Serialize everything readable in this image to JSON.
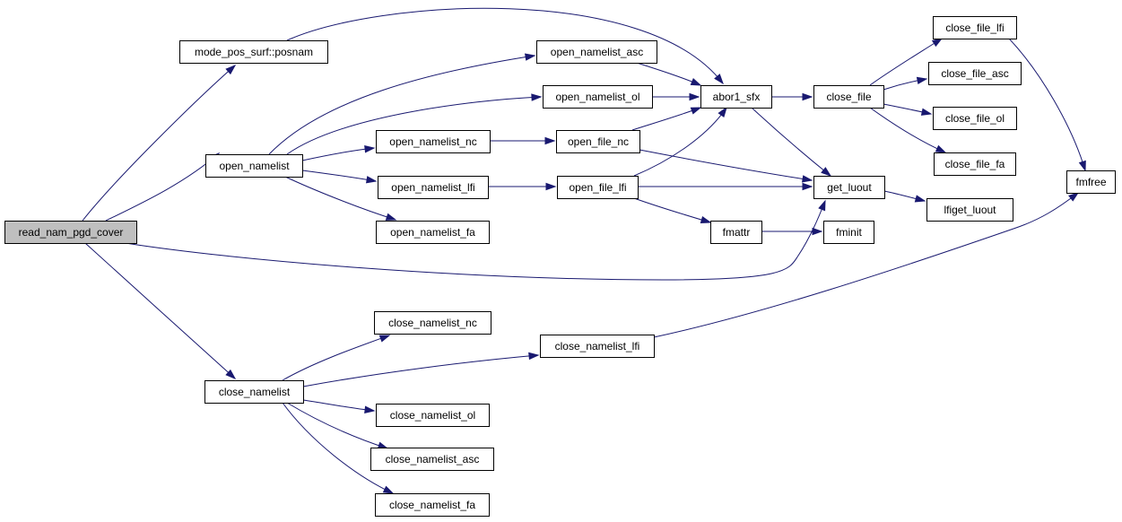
{
  "graph": {
    "style": {
      "edge_color": "#191970",
      "root_fill": "#bfbfbf",
      "node_fill": "#ffffff",
      "node_stroke": "#000000"
    },
    "nodes": [
      {
        "id": "read_nam_pgd_cover",
        "label": "read_nam_pgd_cover",
        "root": true
      },
      {
        "id": "mode_pos_surf_posnam",
        "label": "mode_pos_surf::posnam"
      },
      {
        "id": "open_namelist",
        "label": "open_namelist"
      },
      {
        "id": "close_namelist",
        "label": "close_namelist"
      },
      {
        "id": "open_namelist_asc",
        "label": "open_namelist_asc"
      },
      {
        "id": "open_namelist_ol",
        "label": "open_namelist_ol"
      },
      {
        "id": "open_namelist_nc",
        "label": "open_namelist_nc"
      },
      {
        "id": "open_namelist_lfi",
        "label": "open_namelist_lfi"
      },
      {
        "id": "open_namelist_fa",
        "label": "open_namelist_fa"
      },
      {
        "id": "open_file_nc",
        "label": "open_file_nc"
      },
      {
        "id": "open_file_lfi",
        "label": "open_file_lfi"
      },
      {
        "id": "abor1_sfx",
        "label": "abor1_sfx"
      },
      {
        "id": "fmattr",
        "label": "fmattr"
      },
      {
        "id": "close_file",
        "label": "close_file"
      },
      {
        "id": "get_luout",
        "label": "get_luout"
      },
      {
        "id": "fminit",
        "label": "fminit"
      },
      {
        "id": "close_file_lfi",
        "label": "close_file_lfi"
      },
      {
        "id": "close_file_asc",
        "label": "close_file_asc"
      },
      {
        "id": "close_file_ol",
        "label": "close_file_ol"
      },
      {
        "id": "close_file_fa",
        "label": "close_file_fa"
      },
      {
        "id": "lfiget_luout",
        "label": "lfiget_luout"
      },
      {
        "id": "fmfree",
        "label": "fmfree"
      },
      {
        "id": "close_namelist_nc",
        "label": "close_namelist_nc"
      },
      {
        "id": "close_namelist_lfi",
        "label": "close_namelist_lfi"
      },
      {
        "id": "close_namelist_ol",
        "label": "close_namelist_ol"
      },
      {
        "id": "close_namelist_asc",
        "label": "close_namelist_asc"
      },
      {
        "id": "close_namelist_fa",
        "label": "close_namelist_fa"
      }
    ],
    "edges": [
      [
        "read_nam_pgd_cover",
        "mode_pos_surf_posnam"
      ],
      [
        "read_nam_pgd_cover",
        "open_namelist"
      ],
      [
        "read_nam_pgd_cover",
        "get_luout"
      ],
      [
        "read_nam_pgd_cover",
        "close_namelist"
      ],
      [
        "mode_pos_surf_posnam",
        "abor1_sfx"
      ],
      [
        "open_namelist",
        "open_namelist_asc"
      ],
      [
        "open_namelist",
        "open_namelist_ol"
      ],
      [
        "open_namelist",
        "open_namelist_nc"
      ],
      [
        "open_namelist",
        "open_namelist_lfi"
      ],
      [
        "open_namelist",
        "open_namelist_fa"
      ],
      [
        "open_namelist_asc",
        "abor1_sfx"
      ],
      [
        "open_namelist_ol",
        "abor1_sfx"
      ],
      [
        "open_namelist_nc",
        "open_file_nc"
      ],
      [
        "open_namelist_lfi",
        "open_file_lfi"
      ],
      [
        "open_file_nc",
        "abor1_sfx"
      ],
      [
        "open_file_nc",
        "get_luout"
      ],
      [
        "open_file_lfi",
        "abor1_sfx"
      ],
      [
        "open_file_lfi",
        "get_luout"
      ],
      [
        "open_file_lfi",
        "fmattr"
      ],
      [
        "fmattr",
        "fminit"
      ],
      [
        "abor1_sfx",
        "close_file"
      ],
      [
        "abor1_sfx",
        "get_luout"
      ],
      [
        "close_file",
        "close_file_lfi"
      ],
      [
        "close_file",
        "close_file_asc"
      ],
      [
        "close_file",
        "close_file_ol"
      ],
      [
        "close_file",
        "close_file_fa"
      ],
      [
        "close_file_lfi",
        "fmfree"
      ],
      [
        "get_luout",
        "lfiget_luout"
      ],
      [
        "close_namelist",
        "close_namelist_nc"
      ],
      [
        "close_namelist",
        "close_namelist_lfi"
      ],
      [
        "close_namelist",
        "close_namelist_ol"
      ],
      [
        "close_namelist",
        "close_namelist_asc"
      ],
      [
        "close_namelist",
        "close_namelist_fa"
      ],
      [
        "close_namelist_lfi",
        "fmfree"
      ]
    ]
  }
}
